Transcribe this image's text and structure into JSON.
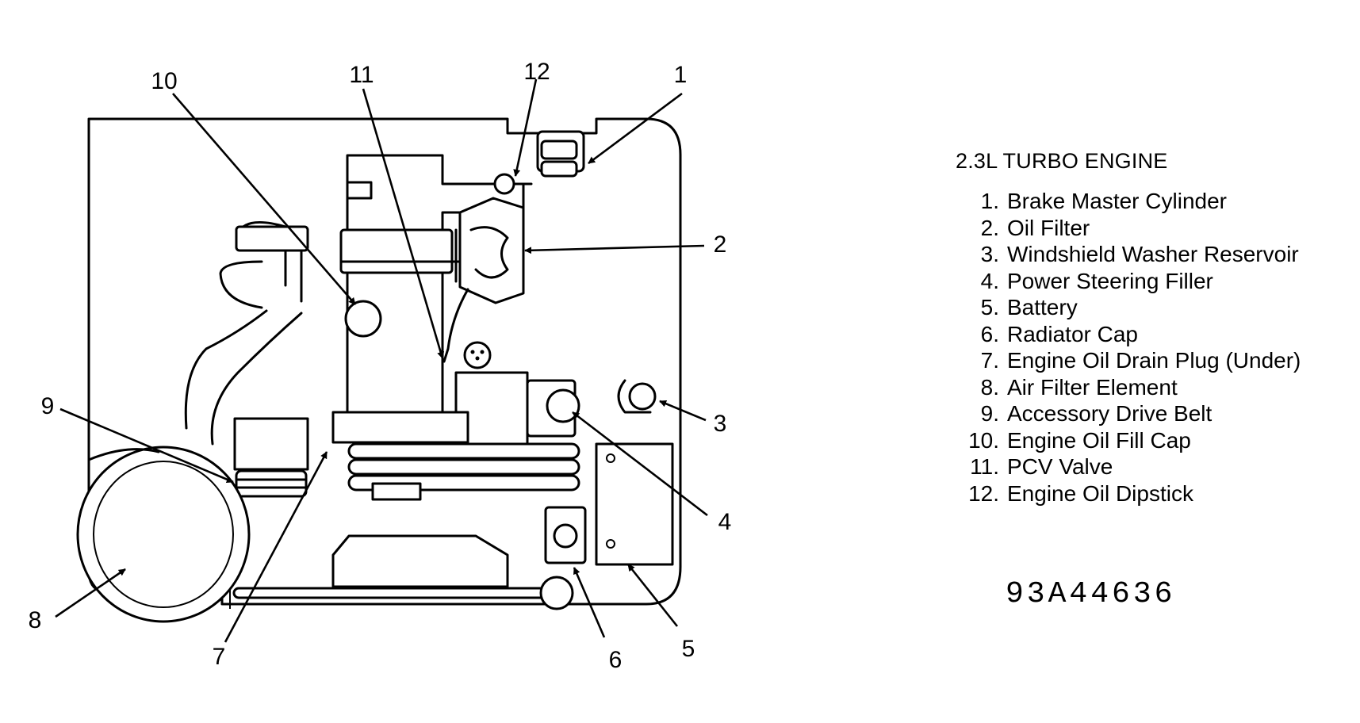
{
  "diagram": {
    "title": "2.3L TURBO ENGINE",
    "figure_code": "93A44636",
    "callouts": [
      "1",
      "2",
      "3",
      "4",
      "5",
      "6",
      "7",
      "8",
      "9",
      "10",
      "11",
      "12"
    ],
    "legend": [
      {
        "num": "1.",
        "label": "Brake Master Cylinder"
      },
      {
        "num": "2.",
        "label": "Oil Filter"
      },
      {
        "num": "3.",
        "label": "Windshield Washer Reservoir"
      },
      {
        "num": "4.",
        "label": "Power Steering Filler"
      },
      {
        "num": "5.",
        "label": "Battery"
      },
      {
        "num": "6.",
        "label": "Radiator Cap"
      },
      {
        "num": "7.",
        "label": "Engine Oil Drain Plug (Under)"
      },
      {
        "num": "8.",
        "label": "Air Filter Element"
      },
      {
        "num": "9.",
        "label": "Accessory Drive Belt"
      },
      {
        "num": "10.",
        "label": "Engine Oil Fill Cap"
      },
      {
        "num": "11.",
        "label": "PCV Valve"
      },
      {
        "num": "12.",
        "label": "Engine Oil Dipstick"
      }
    ]
  }
}
